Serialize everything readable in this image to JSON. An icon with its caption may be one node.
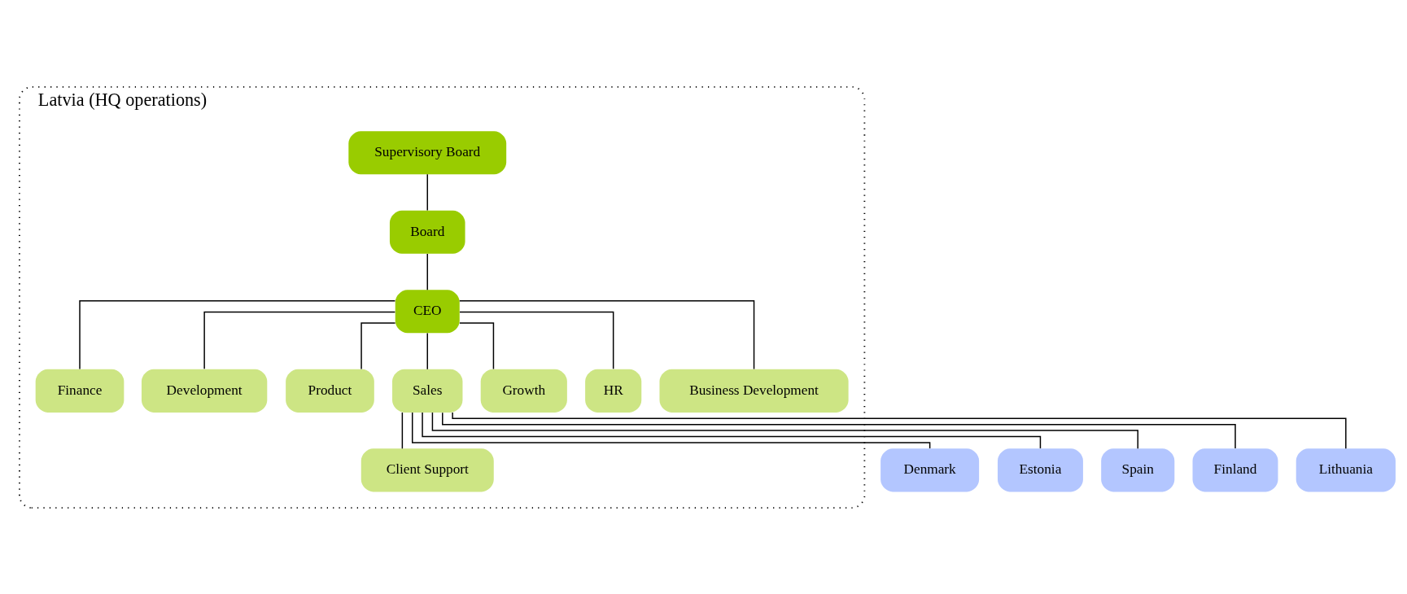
{
  "diagram": {
    "nodes": [
      {
        "text": [
          "Latvia (HQ operations)"
        ]
      },
      {
        "text": [
          "Supervisory Board"
        ],
        "in": 0
      },
      {
        "text": [
          "Board"
        ],
        "in": 0
      },
      {
        "text": [
          "CEO"
        ],
        "in": 0
      },
      {
        "text": [
          "Finance"
        ],
        "in": 0
      },
      {
        "text": [
          "Development"
        ],
        "in": 0
      },
      {
        "text": [
          "Product"
        ],
        "in": 0
      },
      {
        "text": [
          "Sales"
        ],
        "in": 0
      },
      {
        "text": [
          "Client Support"
        ],
        "in": 0
      },
      {
        "text": [
          "Growth"
        ],
        "in": 0
      },
      {
        "text": [
          "HR"
        ],
        "in": 0
      },
      {
        "text": [
          "Business Development"
        ],
        "in": 0
      },
      {
        "text": [
          "Denmark"
        ]
      },
      {
        "text": [
          "Estonia"
        ]
      },
      {
        "text": [
          "Spain"
        ]
      },
      {
        "text": [
          "Finland"
        ]
      },
      {
        "text": [
          "Lithuania"
        ]
      }
    ],
    "edges": [
      {
        "from": 1,
        "to": 2,
        "arrow": "none"
      },
      {
        "from": 2,
        "to": 3,
        "arrow": "none"
      },
      {
        "from": 3,
        "to": 4,
        "arrow": "none"
      },
      {
        "from": 3,
        "to": 5,
        "arrow": "none"
      },
      {
        "from": 3,
        "to": 6,
        "arrow": "none"
      },
      {
        "from": 3,
        "to": 7,
        "arrow": "none"
      },
      {
        "from": 3,
        "to": 9,
        "arrow": "none"
      },
      {
        "from": 3,
        "to": 10,
        "arrow": "none"
      },
      {
        "from": 3,
        "to": 11,
        "arrow": "none"
      },
      {
        "from": 7,
        "to": 8,
        "arrow": "none"
      },
      {
        "from": 7,
        "to": 12,
        "arrow": "none"
      },
      {
        "from": 7,
        "to": 13,
        "arrow": "none"
      },
      {
        "from": 7,
        "to": 14,
        "arrow": "none"
      },
      {
        "from": 7,
        "to": 15,
        "arrow": "none"
      },
      {
        "from": 7,
        "to": 16,
        "arrow": "none"
      }
    ]
  }
}
